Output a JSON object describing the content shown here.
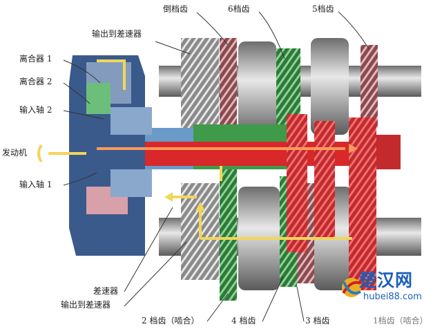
{
  "labels": {
    "reverse_gear": "倒档齿",
    "gear6": "6档齿",
    "gear5": "5档齿",
    "output_top": "输出到差速器",
    "clutch1": "离合器 1",
    "clutch2": "离合器 2",
    "input_shaft2": "输入轴 2",
    "engine": "发动机",
    "input_shaft1": "输入轴 1",
    "differential": "差速器",
    "output_bottom": "输出到差速器",
    "gear2": "2 档齿（啮合）",
    "gear4": "4 档齿",
    "gear3": "3 档齿",
    "gear1": "1档齿（啮合）"
  },
  "watermark": {
    "title": "楚汉网",
    "url": "hubei88.com"
  },
  "colors": {
    "clutch_housing": "#3a5a8c",
    "input_shaft1": "#d8282a",
    "input_shaft2_gear": "#2f8a3c",
    "power_flow": "#f2d65a",
    "steel": "#a8a8a8"
  }
}
